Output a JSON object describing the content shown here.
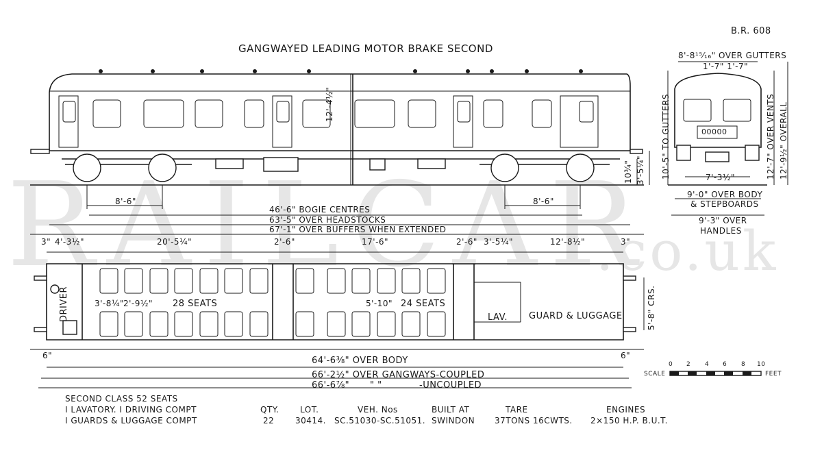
{
  "ref": "B.R. 608",
  "title": "GANGWAYED LEADING MOTOR BRAKE SECOND",
  "watermark": {
    "main": "RAILCAR",
    "suffix": ".co.uk"
  },
  "side_dims": {
    "height_rail": "12'-4½\"",
    "bogie_left": "8'-6\"",
    "bogie_right": "8'-6\"",
    "bogie_centres": "46'-6\" BOGIE CENTRES",
    "headstocks": "63'-5\" OVER HEADSTOCKS",
    "buffers": "67'-1\" OVER BUFFERS WHEN EXTENDED",
    "height_floor": "3'-5¼\"",
    "small": "10¾\""
  },
  "end_dims": {
    "gutters": "8'-8¹⁵⁄₁₆\" OVER GUTTERS",
    "top": "1'-7\" 1'-7\"",
    "to_gutters": "10'-5\" TO GUTTERS",
    "over_vents": "12'-7\" OVER VENTS",
    "overall": "12'-9½\" OVERALL",
    "width_base": "7'-3½\"",
    "body": "9'-0\" OVER BODY",
    "stepboards": "& STEPBOARDS",
    "handles_1": "9'-3\" OVER",
    "handles_2": "HANDLES",
    "number": "00000"
  },
  "plan_dims": {
    "d1": "3\"",
    "d2": "4'-3½\"",
    "d3": "20'-5¼\"",
    "d4": "2'-6\"",
    "d5": "17'-6\"",
    "d6": "2'-6\"",
    "d7": "3'-5¼\"",
    "d8": "12'-8½\"",
    "d9": "3\"",
    "bottom_l": "6\"",
    "bottom_r": "6\"",
    "body": "64'-6⅜\" OVER BODY",
    "coupled": "66'-2½\" OVER GANGWAYS-COUPLED",
    "uncoupled_val": "66'-6⅞\"",
    "ditto": "\"        \"",
    "uncoupled": "-UNCOUPLED",
    "crs": "5'-8\" CRS.",
    "pitch_a": "3'-8¼\"",
    "pitch_b": "2'-9½\"",
    "pitch_c": "5'-10\""
  },
  "plan_labels": {
    "driver": "DRIVER",
    "seats_a": "28 SEATS",
    "seats_b": "24 SEATS",
    "lav": "LAV.",
    "guard": "GUARD & LUGGAGE"
  },
  "scale": {
    "label": "SCALE",
    "unit": "FEET",
    "ticks": [
      "0",
      "2",
      "4",
      "6",
      "8",
      "10"
    ]
  },
  "summary": [
    "SECOND CLASS   52 SEATS",
    "I LAVATORY.  I DRIVING COMPT",
    "I GUARDS & LUGGAGE COMPT"
  ],
  "table": {
    "headers": [
      "QTY.",
      "LOT.",
      "VEH. Nos",
      "BUILT AT",
      "TARE",
      "ENGINES"
    ],
    "row": [
      "22",
      "30414.",
      "SC.51030-SC.51051.",
      "SWINDON",
      "37TONS 16CWTS.",
      "2×150 H.P. B.U.T."
    ]
  }
}
